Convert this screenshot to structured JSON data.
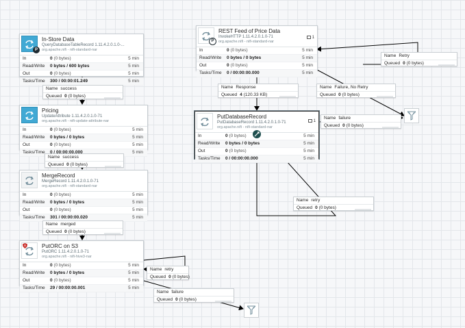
{
  "processors": {
    "instore": {
      "name": "In-Store Data",
      "type": "QueryDatabaseTableRecord 1.11.4.2.0.1.0-...",
      "bundle": "org.apache.nifi - nifi-standard-nar",
      "badge": "P",
      "stats": [
        {
          "label": "In",
          "value": "0",
          "detail": "(0 bytes)",
          "window": "5 min"
        },
        {
          "label": "Read/Write",
          "value": "0 bytes / 600 bytes",
          "detail": "",
          "window": "5 min"
        },
        {
          "label": "Out",
          "value": "0",
          "detail": "(0 bytes)",
          "window": "5 min"
        },
        {
          "label": "Tasks/Time",
          "value": "300 / 00:00:01.249",
          "detail": "",
          "window": "5 min"
        }
      ]
    },
    "pricing": {
      "name": "Pricing",
      "type": "UpdateAttribute 1.11.4.2.0.1.0-71",
      "bundle": "org.apache.nifi - nifi-update-attribute-nar",
      "stats": [
        {
          "label": "In",
          "value": "0",
          "detail": "(0 bytes)",
          "window": "5 min"
        },
        {
          "label": "Read/Write",
          "value": "0 bytes / 0 bytes",
          "detail": "",
          "window": "5 min"
        },
        {
          "label": "Out",
          "value": "0",
          "detail": "(0 bytes)",
          "window": "5 min"
        },
        {
          "label": "Tasks/Time",
          "value": "0 / 00:00:00.000",
          "detail": "",
          "window": "5 min"
        }
      ]
    },
    "merge": {
      "name": "MergeRecord",
      "type": "MergeRecord 1.11.4.2.0.1.0-71",
      "bundle": "org.apache.nifi - nifi-standard-nar",
      "stats": [
        {
          "label": "In",
          "value": "0",
          "detail": "(0 bytes)",
          "window": "5 min"
        },
        {
          "label": "Read/Write",
          "value": "0 bytes / 0 bytes",
          "detail": "",
          "window": "5 min"
        },
        {
          "label": "Out",
          "value": "0",
          "detail": "(0 bytes)",
          "window": "5 min"
        },
        {
          "label": "Tasks/Time",
          "value": "301 / 00:00:00.020",
          "detail": "",
          "window": "5 min"
        }
      ]
    },
    "putorc": {
      "name": "PutORC on S3",
      "type": "PutORC 1.11.4.2.0.1.0-71",
      "bundle": "org.apache.nifi - nifi-hive3-nar",
      "stats": [
        {
          "label": "In",
          "value": "0",
          "detail": "(0 bytes)",
          "window": "5 min"
        },
        {
          "label": "Read/Write",
          "value": "0 bytes / 0 bytes",
          "detail": "",
          "window": "5 min"
        },
        {
          "label": "Out",
          "value": "0",
          "detail": "(0 bytes)",
          "window": "5 min"
        },
        {
          "label": "Tasks/Time",
          "value": "29 / 00:00:00.001",
          "detail": "",
          "window": "5 min"
        }
      ]
    },
    "rest": {
      "name": "REST Feed of Price Data",
      "type": "InvokeHTTP 1.11.4.2.0.1.0-71",
      "bundle": "org.apache.nifi - nifi-standard-nar",
      "badge": "P",
      "tasks_indicator": "1",
      "stats": [
        {
          "label": "In",
          "value": "0",
          "detail": "(0 bytes)",
          "window": "5 min"
        },
        {
          "label": "Read/Write",
          "value": "0 bytes / 0 bytes",
          "detail": "",
          "window": "5 min"
        },
        {
          "label": "Out",
          "value": "0",
          "detail": "(0 bytes)",
          "window": "5 min"
        },
        {
          "label": "Tasks/Time",
          "value": "0 / 00:00:00.000",
          "detail": "",
          "window": "5 min"
        }
      ]
    },
    "putdb": {
      "name": "PutDatabaseRecord",
      "type": "PutDatabaseRecord 1.11.4.2.0.1.0-71",
      "bundle": "org.apache.nifi - nifi-standard-nar",
      "tasks_indicator": "1",
      "stats": [
        {
          "label": "In",
          "value": "0",
          "detail": "(0 bytes)",
          "window": "5 min"
        },
        {
          "label": "Read/Write",
          "value": "0 bytes / 0 bytes",
          "detail": "",
          "window": "5 min"
        },
        {
          "label": "Out",
          "value": "0",
          "detail": "(0 bytes)",
          "window": "5 min"
        },
        {
          "label": "Tasks/Time",
          "value": "0 / 00:00:00.000",
          "detail": "",
          "window": "5 min"
        }
      ]
    }
  },
  "connections": {
    "success1": {
      "name_key": "Name",
      "name": "success",
      "queued_key": "Queued",
      "queued": "0",
      "queued_detail": "(0 bytes)"
    },
    "success2": {
      "name_key": "Name",
      "name": "success",
      "queued_key": "Queued",
      "queued": "0",
      "queued_detail": "(0 bytes)"
    },
    "merged": {
      "name_key": "Name",
      "name": "merged",
      "queued_key": "Queued",
      "queued": "0",
      "queued_detail": "(0 bytes)"
    },
    "retry_orc": {
      "name_key": "Name",
      "name": "retry",
      "queued_key": "Queued",
      "queued": "0",
      "queued_detail": "(0 bytes)"
    },
    "failure_orc": {
      "name_key": "Name",
      "name": "failure",
      "queued_key": "Queued",
      "queued": "0",
      "queued_detail": "(0 bytes)"
    },
    "response": {
      "name_key": "Name",
      "name": "Response",
      "queued_key": "Queued",
      "queued": "4",
      "queued_detail": "(120.33 KB)"
    },
    "retry_rest": {
      "name_key": "Name",
      "name": "Retry",
      "queued_key": "Queued",
      "queued": "0",
      "queued_detail": "(0 bytes)"
    },
    "failure_noretry": {
      "name_key": "Name",
      "name": "Failure, No Retry",
      "queued_key": "Queued",
      "queued": "0",
      "queued_detail": "(0 bytes)"
    },
    "failure_db": {
      "name_key": "Name",
      "name": "failure",
      "queued_key": "Queued",
      "queued": "0",
      "queued_detail": "(0 bytes)"
    },
    "retry_db": {
      "name_key": "Name",
      "name": "retry",
      "queued_key": "Queued",
      "queued": "0",
      "queued_detail": "(0 bytes)"
    }
  },
  "colors": {
    "canvas": "#f6f7f9",
    "grid": "#e3e6ea",
    "processor_icon_teal": "#41a9d4",
    "connection_line": "#000000",
    "funnel_icon": "#728e9b",
    "disabled_icon": "#c9302c"
  }
}
